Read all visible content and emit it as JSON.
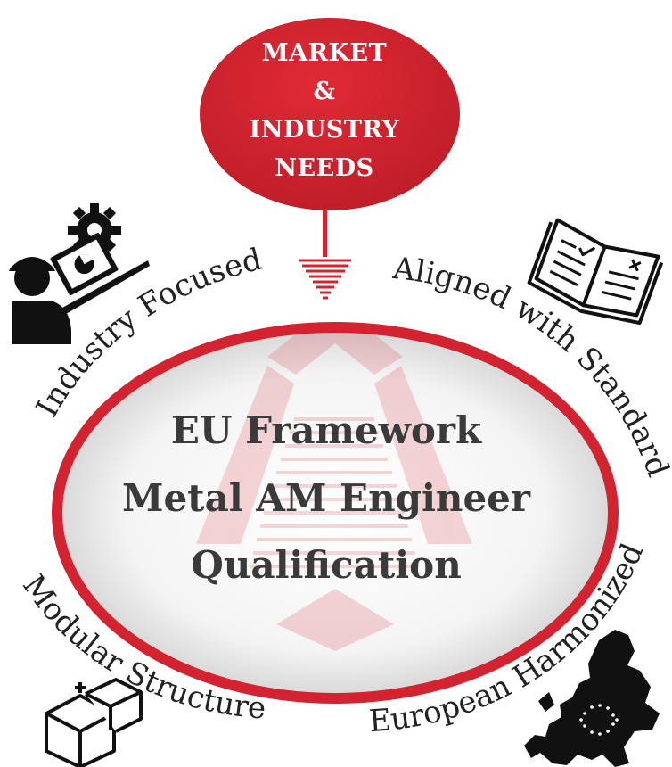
{
  "top_node": {
    "lines": [
      "MARKET",
      "&",
      "INDUSTRY",
      "NEEDS"
    ]
  },
  "center": {
    "lines": [
      "EU Framework",
      "Metal AM Engineer",
      "Qualification"
    ]
  },
  "labels": {
    "industry_focused": "Industry Focused",
    "aligned_with_standards": "Aligned with Standards",
    "modular_structure": "Modular Structure",
    "european_harmonized": "European Harmonized"
  },
  "icons": {
    "top_left": "engineer-gear-monitor-icon",
    "top_right": "open-book-checklist-icon",
    "bottom_left": "modular-boxes-icon",
    "bottom_right": "europe-map-icon"
  },
  "colors": {
    "accent_red": "#d42330",
    "dark_red": "#a01820",
    "text_dark": "#3a3a3a",
    "icon_black": "#111111"
  }
}
